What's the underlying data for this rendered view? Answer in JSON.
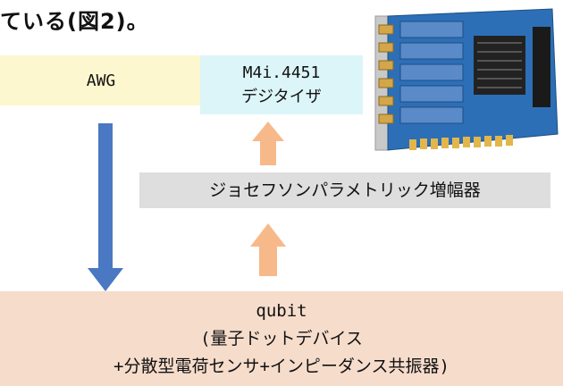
{
  "heading": "ている(図2)。",
  "awg_label": "AWG",
  "digitizer": {
    "line1": "M4i.4451",
    "line2": "デジタイザ"
  },
  "amplifier_label": "ジョセフソンパラメトリック増幅器",
  "qubit": {
    "line1": "qubit",
    "line2": "(量子ドットデバイス",
    "line3": "+分散型電荷センサ+インピーダンス共振器)"
  },
  "colors": {
    "awg_fill": "#fdf7cf",
    "digitizer_fill": "#dcf5f8",
    "amplifier_fill": "#dedede",
    "qubit_fill": "#f6dccb",
    "down_arrow": "#4a78c2",
    "up_arrow": "#f7b98a",
    "board_pcb": "#2c6fb6"
  },
  "icons": {
    "board": "digitizer-card-photo"
  }
}
